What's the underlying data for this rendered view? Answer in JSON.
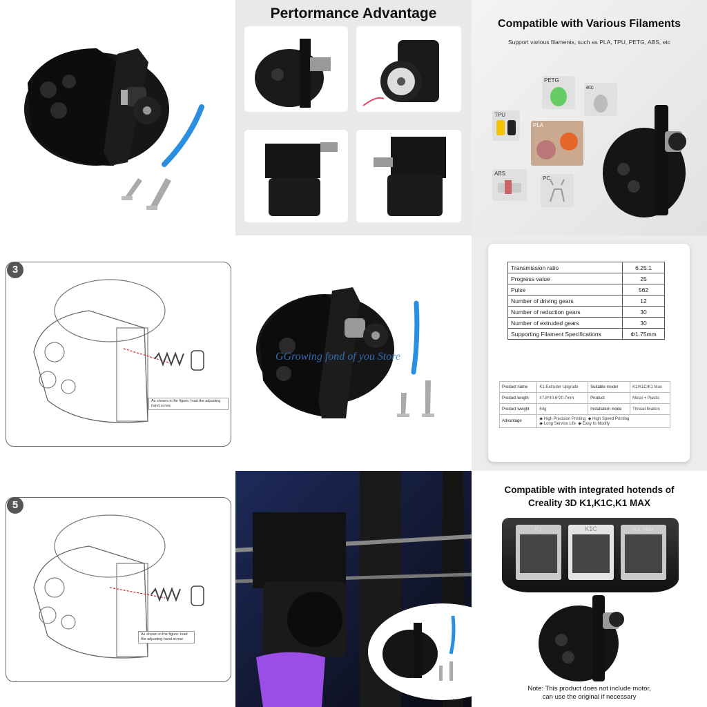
{
  "performance": {
    "title": "Pertormance Advantage"
  },
  "compatible": {
    "title": "Compatible with Various Filaments",
    "subtitle": "Support various filaments, such as PLA, TPU, PETG, ABS, etc",
    "filaments": [
      "PETG",
      "etc",
      "TPU",
      "PLA",
      "ABS",
      "PC"
    ]
  },
  "steps": [
    {
      "number": "3",
      "note": "As shown in the figure, load the adjusting hand screw"
    },
    {
      "number": "5",
      "note": "As shown in the figure: load the adjusting hand screw"
    }
  ],
  "watermark": "GGrowing fond of you Store",
  "specs": {
    "rows": [
      {
        "label": "Transmission ratio",
        "value": "6.25:1"
      },
      {
        "label": "Progress value",
        "value": "25"
      },
      {
        "label": "Pulse",
        "value": "562"
      },
      {
        "label": "Number of driving gears",
        "value": "12"
      },
      {
        "label": "Number of reduction gears",
        "value": "30"
      },
      {
        "label": "Number of extruded gears",
        "value": "30"
      },
      {
        "label": "Supporting Filament Specifications",
        "value": "Φ1.75mm"
      }
    ],
    "product": {
      "name_label": "Product name",
      "name": "K1 Extruder Upgrade",
      "model_label": "Suitable model",
      "model": "K1/K1C/K1 Max",
      "length_label": "Product length",
      "length": "47.8*40.6*20.7mm",
      "material_label": "Product",
      "material": "Metal + Plastic",
      "weight_label": "Product weight",
      "weight": "64g",
      "install_label": "Installation mode",
      "install": "Thread fixation",
      "adv_label": "Advantage",
      "adv1": "◆ High Precision Printing",
      "adv2": "◆ High Speed Printing",
      "adv3": "◆ Long Service Life",
      "adv4": "◆ Easy to Modify"
    }
  },
  "k1": {
    "title_line1": "Compatible with integrated hotends of",
    "title_line2": "Creality 3D K1,K1C,K1 MAX",
    "printers": [
      "K1",
      "K1C",
      "K1 Max"
    ],
    "note_line1": "Note: This product does not include motor,",
    "note_line2": "can use the original if necessary"
  }
}
